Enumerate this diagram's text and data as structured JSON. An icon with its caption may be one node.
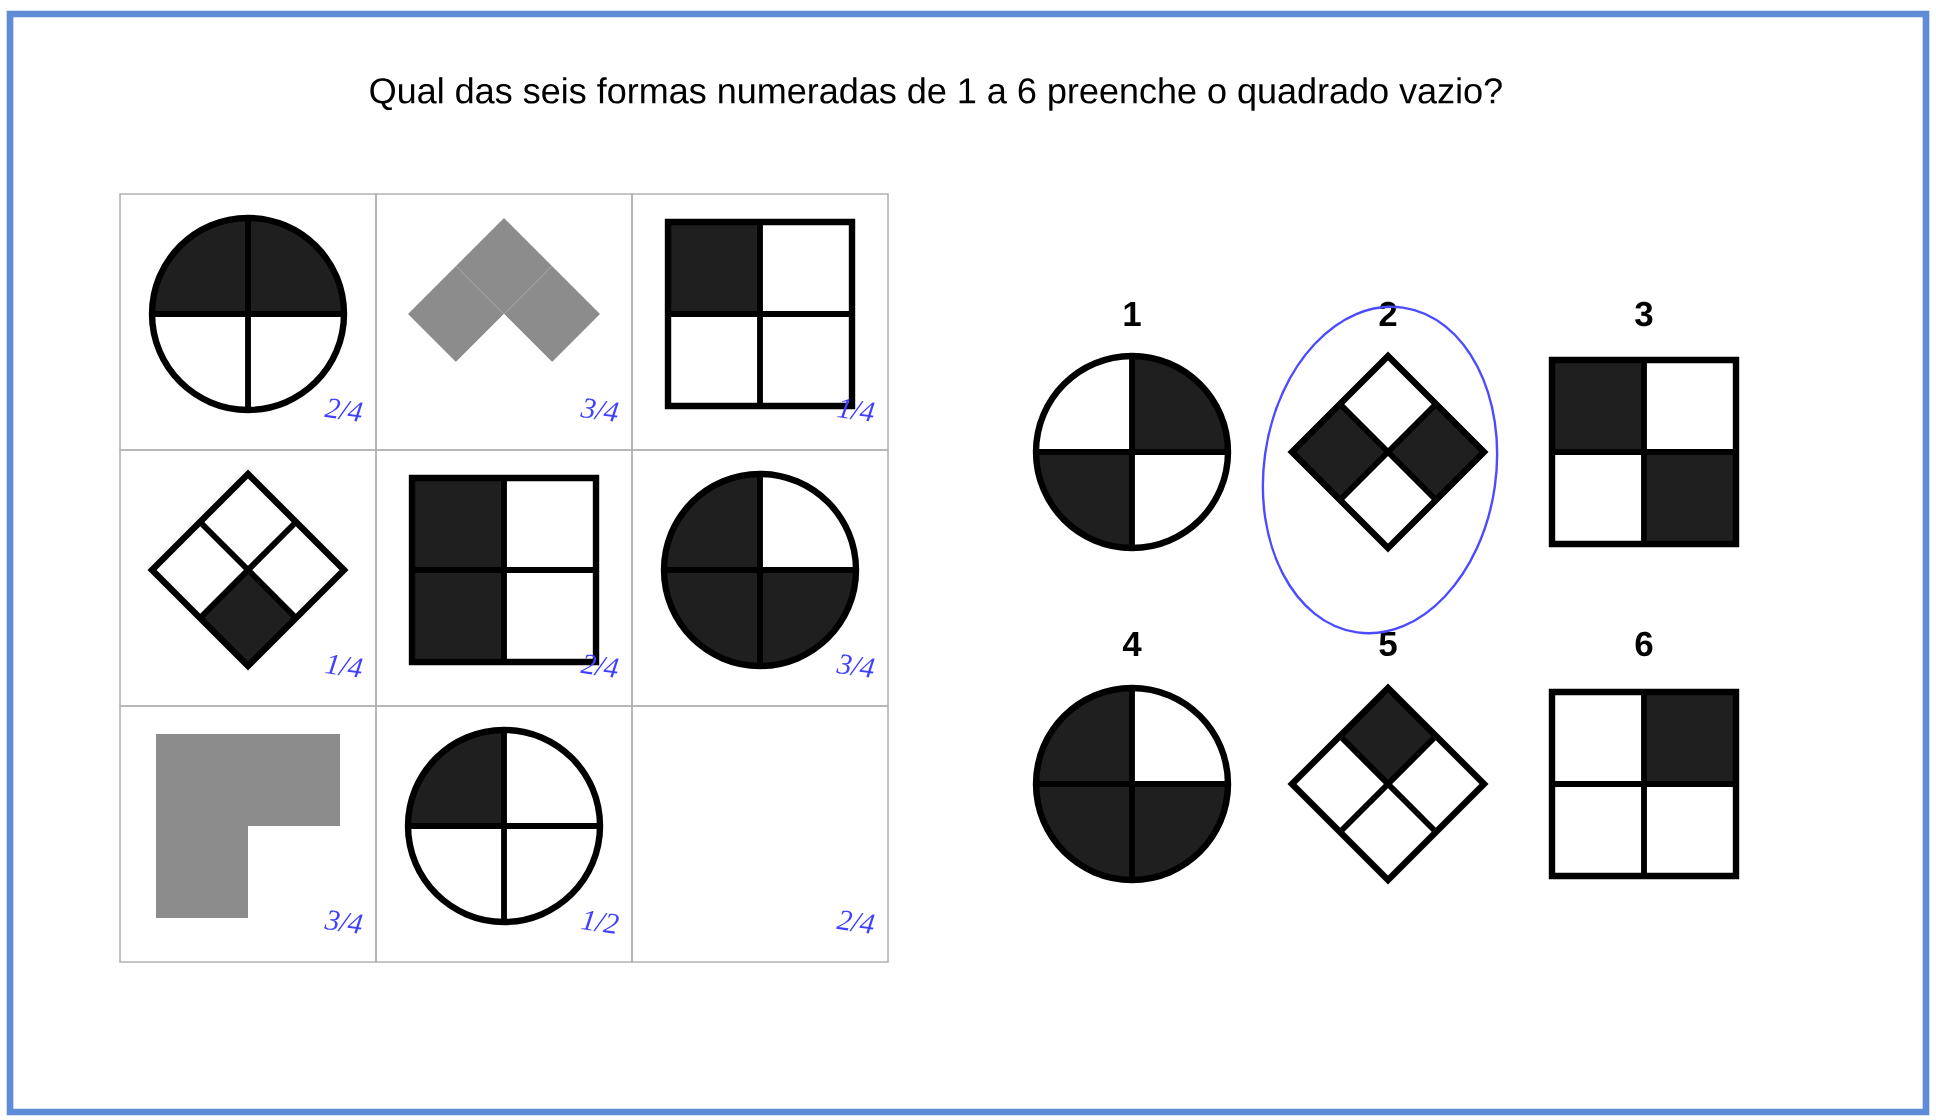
{
  "diagram": {
    "title": "Qual das seis formas numeradas de 1 a 6 preenche o quadrado vazio?",
    "labels": [
      "2/4",
      "3/4",
      "1/4",
      "1/4",
      "2/4",
      "3/4",
      "3/4",
      "1/2",
      "2/4",
      "1",
      "2",
      "3",
      "4",
      "5",
      "6"
    ]
  }
}
